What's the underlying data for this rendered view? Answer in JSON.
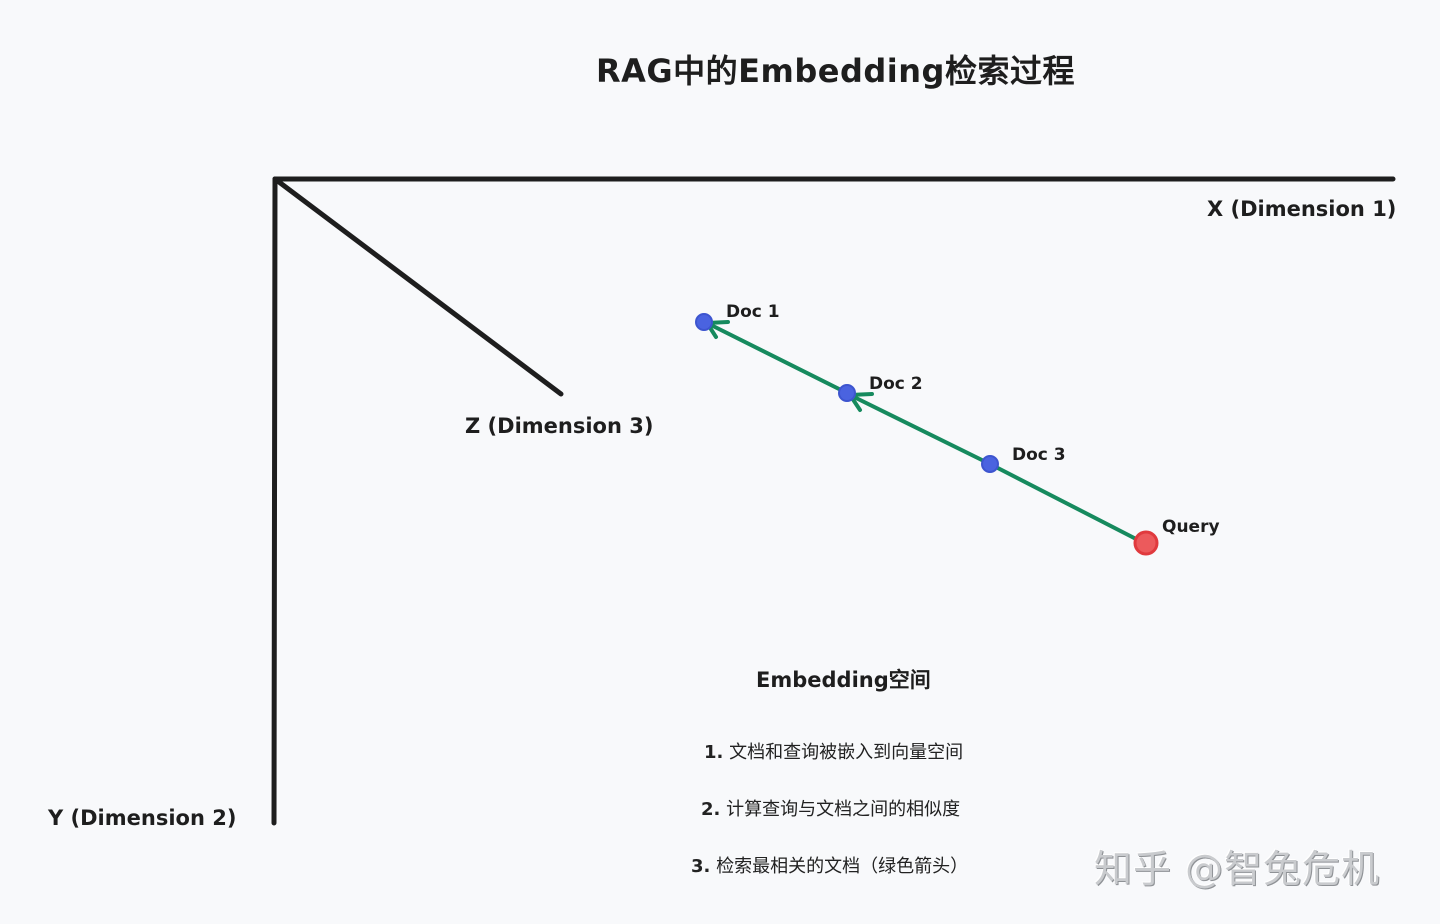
{
  "title": "RAG中的Embedding检索过程",
  "axes": {
    "x_label": "X (Dimension 1)",
    "y_label": "Y (Dimension 2)",
    "z_label": "Z (Dimension 3)"
  },
  "points": {
    "doc1": "Doc 1",
    "doc2": "Doc 2",
    "doc3": "Doc 3",
    "query": "Query"
  },
  "legend": {
    "title": "Embedding空间",
    "steps": [
      {
        "num": "1.",
        "text": "文档和查询被嵌入到向量空间"
      },
      {
        "num": "2.",
        "text": "计算查询与文档之间的相似度"
      },
      {
        "num": "3.",
        "text": "检索最相关的文档（绿色箭头）"
      }
    ]
  },
  "watermark": "知乎 @智兔危机",
  "colors": {
    "background": "#f8f9fb",
    "axis": "#1e1e1e",
    "doc_point": "#4a63e0",
    "query_point": "#e03a3e",
    "arrow": "#168a5e"
  }
}
